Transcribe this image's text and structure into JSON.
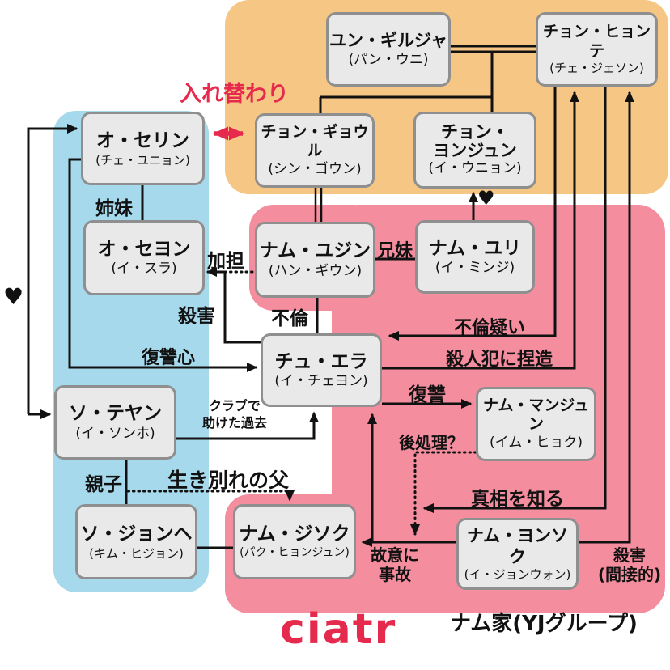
{
  "annotations": {
    "swap": "入れ替わり",
    "family_group": "ナム家(YJグループ)",
    "brand_logo": "ciatr"
  },
  "symbols": {
    "heart": "♥"
  },
  "characters": [
    {
      "name": "ユン・ギルジャ",
      "actor": "(パン・ウニ)"
    },
    {
      "name": "チョン・ヒョンテ",
      "actor": "(チェ・ジェソン)"
    },
    {
      "name": "チョン・ギョウル",
      "actor": "(シン・ゴウン)"
    },
    {
      "name": "チョン・\nヨンジュン",
      "actor": "(イ・ウニョン)"
    },
    {
      "name": "オ・セリン",
      "actor": "(チェ・ユニョン)"
    },
    {
      "name": "オ・セヨン",
      "actor": "(イ・スラ)"
    },
    {
      "name": "ナム・ユジン",
      "actor": "(ハン・ギウン)"
    },
    {
      "name": "ナム・ユリ",
      "actor": "(イ・ミンジ)"
    },
    {
      "name": "チュ・エラ",
      "actor": "(イ・チェヨン)"
    },
    {
      "name": "ソ・テヤン",
      "actor": "(イ・ソンホ)"
    },
    {
      "name": "ソ・ジョンヘ",
      "actor": "(キム・ヒジョン)"
    },
    {
      "name": "ナム・ジソク",
      "actor": "(パク・ヒョンジュン)"
    },
    {
      "name": "ナム・マンジュン",
      "actor": "(イム・ヒョク)"
    },
    {
      "name": "ナム・ヨンソク",
      "actor": "(イ・ジョンウォン)"
    }
  ],
  "relations": {
    "sisters": "姉妹",
    "complicity": "加担",
    "murder": "殺害",
    "affair": "不倫",
    "siblings": "兄妹",
    "revenge_spirit": "復讐心",
    "club_line1": "クラブで",
    "club_line2": "助けた過去",
    "parent_child": "親子",
    "lost_father": "生き別れの父",
    "affair_suspicion": "不倫疑い",
    "framed_as_murderer": "殺人犯に捏造",
    "revenge": "復讐",
    "aftermath": "後処理？",
    "knows_truth": "真相を知る",
    "deliberate_line1": "故意に",
    "deliberate_line2": "事故",
    "murder_indirect_line1": "殺害",
    "murder_indirect_line2": "(間接的)"
  },
  "colors": {
    "orange": "#F6C684",
    "pink": "#F48D9E",
    "blue": "#A6D9EB",
    "red": "#E62A4D",
    "box_fill": "#E9E9E9",
    "box_border": "#8F8F8F"
  }
}
